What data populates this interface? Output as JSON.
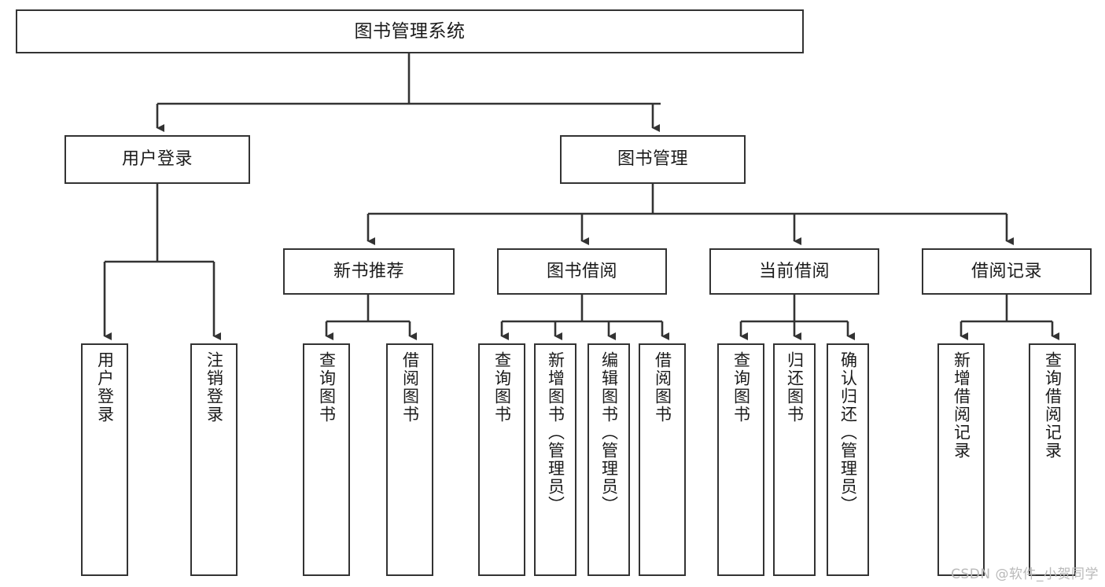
{
  "diagram": {
    "title": "图书管理系统",
    "type": "tree-hierarchy-flowchart",
    "root": {
      "id": "root",
      "label": "图书管理系统"
    },
    "level1": [
      {
        "id": "user-login",
        "label": "用户登录"
      },
      {
        "id": "book-manage",
        "label": "图书管理"
      }
    ],
    "level2": [
      {
        "id": "new-book-rec",
        "label": "新书推荐",
        "parent": "book-manage"
      },
      {
        "id": "book-borrow",
        "label": "图书借阅",
        "parent": "book-manage"
      },
      {
        "id": "current-borrow",
        "label": "当前借阅",
        "parent": "book-manage"
      },
      {
        "id": "borrow-record",
        "label": "借阅记录",
        "parent": "book-manage"
      }
    ],
    "leaves": [
      {
        "id": "leaf-user-login",
        "label": "用户登录",
        "parent": "user-login"
      },
      {
        "id": "leaf-logout",
        "label": "注销登录",
        "parent": "user-login"
      },
      {
        "id": "leaf-query-book-1",
        "label": "查询图书",
        "parent": "new-book-rec"
      },
      {
        "id": "leaf-borrow-book-1",
        "label": "借阅图书",
        "parent": "new-book-rec"
      },
      {
        "id": "leaf-query-book-2",
        "label": "查询图书",
        "parent": "book-borrow"
      },
      {
        "id": "leaf-add-book",
        "label": "新增图书（管理员）",
        "parent": "book-borrow"
      },
      {
        "id": "leaf-edit-book",
        "label": "编辑图书（管理员）",
        "parent": "book-borrow"
      },
      {
        "id": "leaf-borrow-book-2",
        "label": "借阅图书",
        "parent": "book-borrow"
      },
      {
        "id": "leaf-query-book-3",
        "label": "查询图书",
        "parent": "current-borrow"
      },
      {
        "id": "leaf-return-book",
        "label": "归还图书",
        "parent": "current-borrow"
      },
      {
        "id": "leaf-confirm-return",
        "label": "确认归还（管理员）",
        "parent": "current-borrow"
      },
      {
        "id": "leaf-add-record",
        "label": "新增借阅记录",
        "parent": "borrow-record"
      },
      {
        "id": "leaf-query-record",
        "label": "查询借阅记录",
        "parent": "borrow-record"
      }
    ],
    "watermark": "CSDN @软件_小贺同学",
    "colors": {
      "stroke": "#333333",
      "box_fill": "#ffffff",
      "text": "#1b1b1b",
      "background": "#ffffff",
      "watermark": "#b9b9b9"
    }
  }
}
